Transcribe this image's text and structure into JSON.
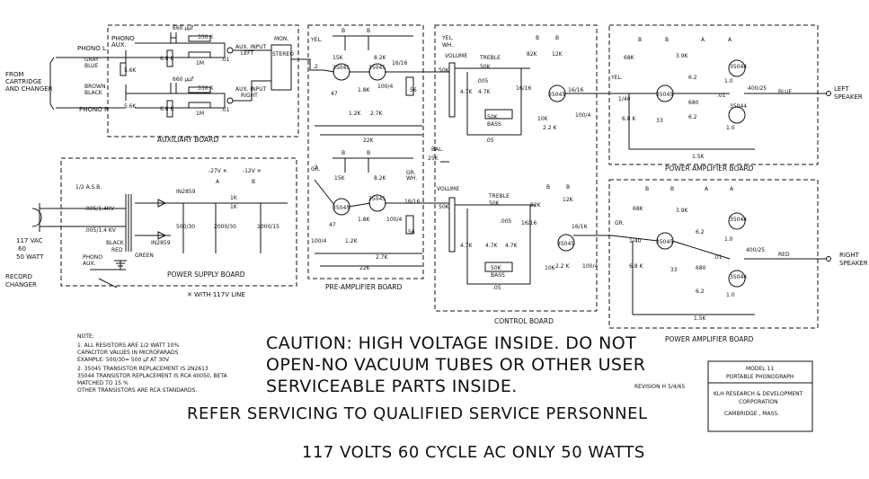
{
  "boards": {
    "auxiliary": "AUXILIARY BOARD",
    "pre_amp": "PRE-AMPLIFIER BOARD",
    "control": "CONTROL BOARD",
    "power_amp_top": "POWER AMPLIFIER BOARD",
    "power_amp_bottom": "POWER AMPLIFIER BOARD",
    "power_supply": "POWER SUPPLY BOARD"
  },
  "inputs": {
    "from_cartridge": [
      "FROM",
      "CARTRIDGE",
      "AND CHANGER"
    ],
    "phono_l": "PHONO L",
    "phono_r": "PHONO R",
    "phono_aux": [
      "PHONO",
      "AUX."
    ],
    "gray_blue": [
      "GRAY",
      "BLUE"
    ],
    "brown_black": [
      "BROWN",
      "BLACK"
    ],
    "aux_left": [
      "AUX. INPUT",
      "LEFT"
    ],
    "aux_right": [
      "AUX. INPUT",
      "RIGHT"
    ],
    "mon_stereo": [
      "MON.",
      "STEREO"
    ]
  },
  "outputs": {
    "left": [
      "LEFT",
      "SPEAKER"
    ],
    "right": [
      "RIGHT",
      "SPEAKER"
    ],
    "blue": "BLUE",
    "red": "RED"
  },
  "power": {
    "ac": [
      "117 VAC",
      "60",
      "50 WATT"
    ],
    "record_changer": [
      "RECORD",
      "CHANGER"
    ],
    "phono_aux": [
      "PHONO",
      "AUX."
    ],
    "asb": "1/2 A.S.B.",
    "cap1": ".005/1.4KV",
    "cap2": ".005/1.4 KV",
    "diode1": "IN2859",
    "diode2": "IN2859",
    "rails": [
      "-27V ✕",
      "-12V ✕"
    ],
    "filter": [
      "500/30",
      "2000/30",
      "1000/15"
    ],
    "green": "GREEN",
    "red": "RED",
    "black": "BLACK",
    "line_note": "✕  WITH 117V LINE"
  },
  "parts": {
    "transistor": "35045",
    "transistor_out": "35044",
    "cap_660": "660 µµf",
    "r330k": "330 K",
    "r1m": "1M",
    "r68k": "6.8 K",
    "r56k": "5.6K",
    "r15k": "15K",
    "r82k": "8.2K",
    "r47": "47",
    "r18k": "1.8K",
    "r27k": "2.7K",
    "r22k": "22K",
    "cap_1616": "16/16",
    "cap_100": "100/4",
    "r56": "56",
    "r12k": "1.2K",
    "r50k_vol": "50K",
    "volume": "VOLUME",
    "treble": "TREBLE",
    "bass": "BASS",
    "bal": "BAL.",
    "r25k": "25K",
    "r47k": "4.7K",
    "c005": ".005",
    "c05": ".05",
    "r10k": "10K",
    "r12k_b": "12K",
    "r82k_b": "82K",
    "r22k_b": "2.2 K",
    "r68k_b": "68K",
    "r39k": "3.9K",
    "r33": "33",
    "r62": "6.2",
    "r680": "680",
    "r10": "1.0",
    "cap_400": "400/25",
    "r15k_fb": "1.5K",
    "c01": ".01",
    "c2": ".2",
    "c140": "1/40",
    "yel": "YEL.",
    "yel_wh": [
      "YEL.",
      "WH."
    ],
    "gr": "GR.",
    "gr_wh": [
      "GR.",
      "WH."
    ],
    "rail_a": "A",
    "rail_b": "B",
    "one_k": "1K"
  },
  "notes": {
    "title": "NOTE:",
    "items": [
      "1. ALL RESISTORS ARE 1/2 WATT 10%",
      "   CAPACITOR VALUES IN MICROFARADS",
      "   EXAMPLE: 500/30= 500 µf AT 30V",
      "2. 35045 TRANSISTOR REPLACEMENT IS 2N2613",
      "   35044 TRANSISTOR REPLACEMENT IS RCA 40050, BETA",
      "        MATCHED TO 15 %",
      "   OTHER TRANSISTORS ARE RCA STANDARDS."
    ]
  },
  "caution": [
    "CAUTION: HIGH VOLTAGE INSIDE. DO NOT",
    "OPEN-NO VACUUM TUBES OR OTHER USER",
    "SERVICEABLE PARTS INSIDE."
  ],
  "refer": "REFER SERVICING TO QUALIFIED SERVICE PERSONNEL",
  "rating": "117 VOLTS  60 CYCLE AC ONLY   50 WATTS",
  "revision": "REVISION H 5/4/65",
  "title_block": {
    "model": "MODEL 11",
    "product": "PORTABLE PHONOGRAPH",
    "company": [
      "KLH RESEARCH & DEVELOPMENT",
      "CORPORATION"
    ],
    "location": "CAMBRIDGE , MASS."
  }
}
